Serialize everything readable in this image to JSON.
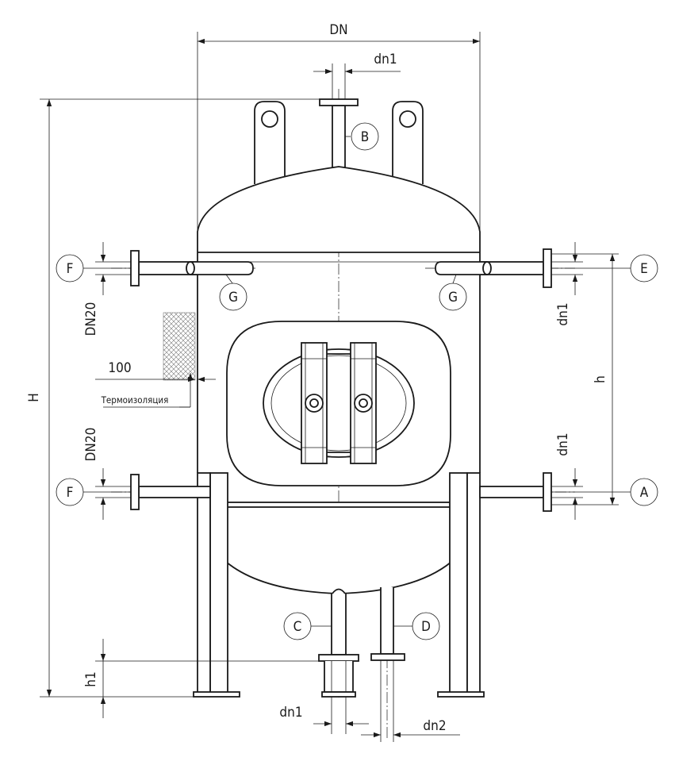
{
  "dimensions": {
    "dn": "DN",
    "dn1_top": "dn1",
    "dn1_right_upper": "dn1",
    "dn1_right_lower": "dn1",
    "dn1_bottom": "dn1",
    "dn2": "dn2",
    "height_total": "H",
    "height_h": "h",
    "height_h1": "h1",
    "dn20_upper": "DN20",
    "dn20_lower": "DN20",
    "insulation_thickness": "100"
  },
  "notes": {
    "insulation": "Термоизоляция"
  },
  "nozzles": {
    "a": "A",
    "b": "B",
    "c": "C",
    "d": "D",
    "e": "E",
    "f_upper": "F",
    "f_lower": "F",
    "g_left": "G",
    "g_right": "G"
  }
}
